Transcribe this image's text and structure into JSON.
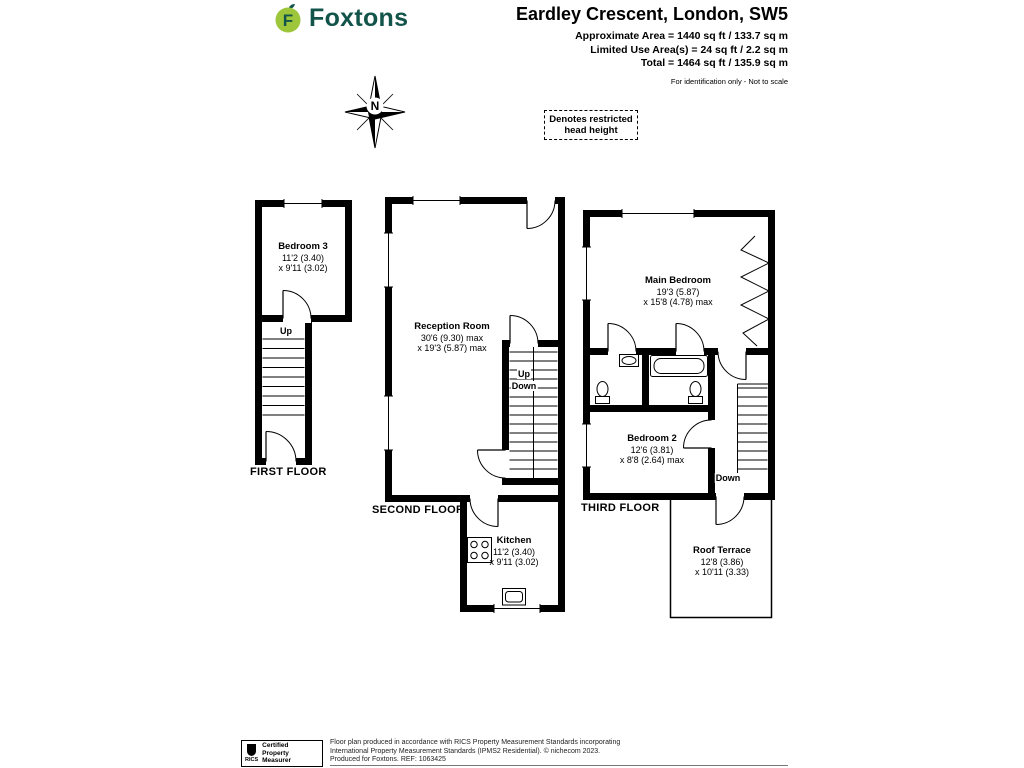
{
  "header": {
    "logo": {
      "letter": "F",
      "brand": "Foxtons"
    },
    "title": "Eardley Crescent, London, SW5",
    "area_line1": "Approximate Area = 1440 sq ft / 133.7 sq m",
    "area_line2": "Limited Use Area(s) = 24 sq ft / 2.2 sq m",
    "area_line3": "Total = 1464 sq ft / 135.9 sq m",
    "disclaimer": "For identification only - Not to scale"
  },
  "legend": {
    "restricted_line1": "Denotes restricted",
    "restricted_line2": "head height"
  },
  "compass": {
    "north": "N"
  },
  "floors": {
    "first": {
      "title": "FIRST FLOOR",
      "up_label": "Up",
      "bedroom3": {
        "name": "Bedroom 3",
        "dim1": "11'2 (3.40)",
        "dim2": "x 9'11 (3.02)"
      }
    },
    "second": {
      "title": "SECOND FLOOR",
      "up_label": "Up",
      "down_label": "Down",
      "reception": {
        "name": "Reception Room",
        "dim1": "30'6 (9.30) max",
        "dim2": "x 19'3 (5.87) max"
      },
      "kitchen": {
        "name": "Kitchen",
        "dim1": "11'2 (3.40)",
        "dim2": "x 9'11 (3.02)"
      }
    },
    "third": {
      "title": "THIRD FLOOR",
      "down_label": "Down",
      "main_bedroom": {
        "name": "Main Bedroom",
        "dim1": "19'3 (5.87)",
        "dim2": "x 15'8 (4.78) max"
      },
      "bedroom2": {
        "name": "Bedroom 2",
        "dim1": "12'6 (3.81)",
        "dim2": "x 8'8 (2.64) max"
      },
      "roof_terrace": {
        "name": "Roof Terrace",
        "dim1": "12'8 (3.86)",
        "dim2": "x 10'11 (3.33)"
      }
    }
  },
  "footer": {
    "rics": {
      "label": "RICS",
      "line1": "Certified",
      "line2": "Property",
      "line3": "Measurer"
    },
    "line1": "Floor plan produced in accordance with RICS Property Measurement Standards incorporating",
    "line2": "International Property Measurement Standards (IPMS2 Residential).   © nichecom 2023.",
    "line3": "Produced for Foxtons.    REF: 1063425"
  },
  "colors": {
    "logo_green": "#9dc63b",
    "logo_dark_green": "#12544a",
    "wall_black": "#000000"
  }
}
